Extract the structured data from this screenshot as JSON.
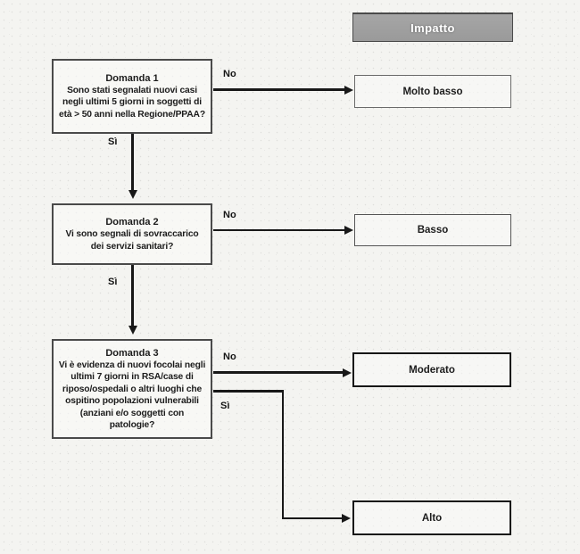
{
  "title_banner": {
    "label": "Impatto"
  },
  "questions": [
    {
      "title": "Domanda 1",
      "text": "Sono stati segnalati nuovi casi negli ultimi 5 giorni in soggetti di età > 50 anni nella Regione/PPAA?"
    },
    {
      "title": "Domanda 2",
      "text": "Vi sono segnali di sovraccarico dei servizi sanitari?"
    },
    {
      "title": "Domanda 3",
      "text": "Vi è evidenza di nuovi focolai negli ultimi 7 giorni in RSA/case di riposo/ospedali o altri luoghi che ospitino popolazioni vulnerabili (anziani e/o soggetti con patologie?"
    }
  ],
  "outcomes": [
    {
      "label": "Molto basso"
    },
    {
      "label": "Basso"
    },
    {
      "label": "Moderato"
    },
    {
      "label": "Alto"
    }
  ],
  "edges": [
    {
      "from": "Domanda 1",
      "label": "No",
      "to": "Molto basso"
    },
    {
      "from": "Domanda 1",
      "label": "Sì",
      "to": "Domanda 2"
    },
    {
      "from": "Domanda 2",
      "label": "No",
      "to": "Basso"
    },
    {
      "from": "Domanda 2",
      "label": "Sì",
      "to": "Domanda 3"
    },
    {
      "from": "Domanda 3",
      "label": "No",
      "to": "Moderato"
    },
    {
      "from": "Domanda 3",
      "label": "Sì",
      "to": "Alto"
    }
  ],
  "colors": {
    "banner_bg": "#9d9d9d",
    "banner_text": "#ffffff",
    "box_border": "#4a4a4a",
    "arrow": "#181818",
    "background": "#f4f4f1"
  }
}
